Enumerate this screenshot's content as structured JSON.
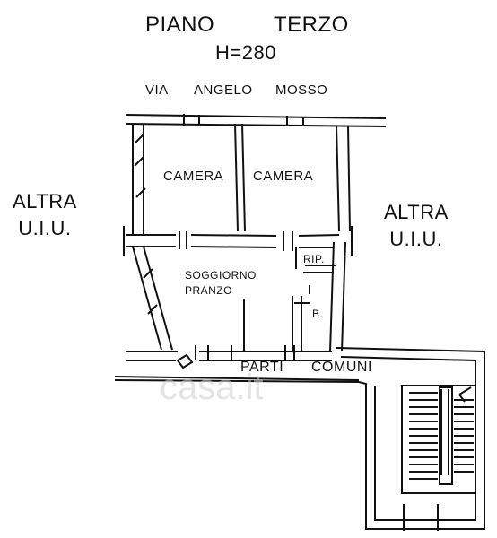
{
  "header": {
    "word1": "PIANO",
    "word2": "TERZO",
    "height": "H=280"
  },
  "street": {
    "w1": "VIA",
    "w2": "ANGELO",
    "w3": "MOSSO"
  },
  "neighbors": {
    "left": [
      "ALTRA",
      "U.I.U."
    ],
    "right": [
      "ALTRA",
      "U.I.U."
    ]
  },
  "rooms": {
    "camera1": "CAMERA",
    "camera2": "CAMERA",
    "soggiorno": [
      "SOGGIORNO",
      "PRANZO"
    ],
    "rip": "RIP.",
    "bagno": "B."
  },
  "common": {
    "w1": "PARTI",
    "w2": "COMUNI"
  },
  "watermark": "casa.it",
  "colors": {
    "ink": "#111111",
    "watermark": "#cfcfcf"
  }
}
